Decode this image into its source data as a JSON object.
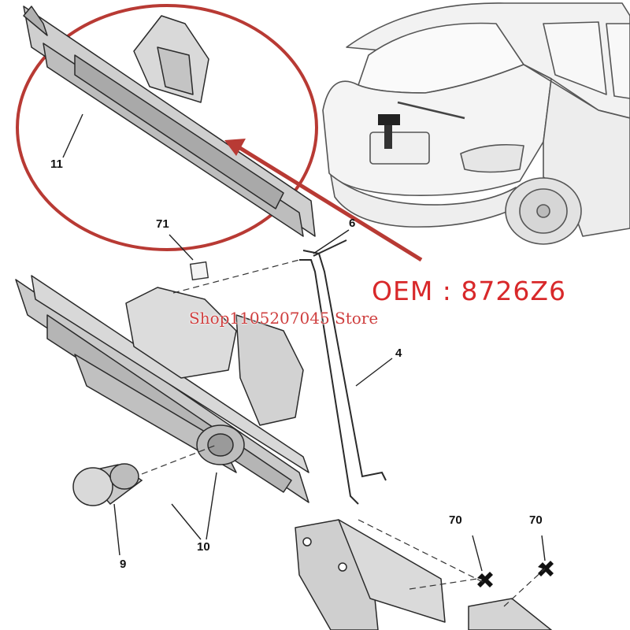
{
  "diagram": {
    "oem_label": "OEM : 8726Z6",
    "watermark": "Shop1105207045 Store",
    "callouts": {
      "c11": "11",
      "c71": "71",
      "c6": "6",
      "c4": "4",
      "c9": "9",
      "c10": "10",
      "c70a": "70",
      "c70b": "70"
    },
    "colors": {
      "highlight": "#b83a34",
      "text_red": "#d8282a",
      "line_art": "#2a2a2a",
      "part_fill": "#d2d2d2"
    }
  }
}
